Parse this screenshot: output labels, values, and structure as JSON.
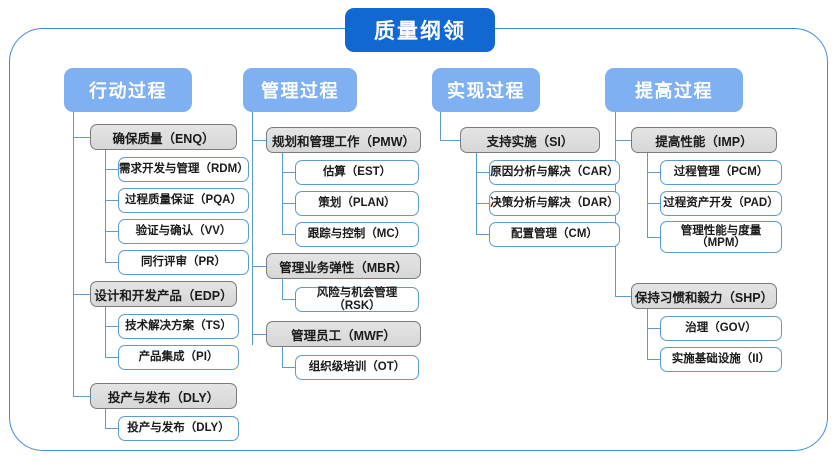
{
  "diagram": {
    "title": "质量纲领",
    "title_color": "#1268d3",
    "header_color": "#7fb0f2",
    "level2_fill": "#dcdcdc",
    "level2_border": "#7b7b7b",
    "level3_border": "#5b9bd5",
    "frame_border": "#3f8ae0"
  },
  "columns": [
    {
      "header": "行动过程",
      "groups": [
        {
          "label": "确保质量（ENQ）",
          "items": [
            "需求开发与管理（RDM）",
            "过程质量保证（PQA）",
            "验证与确认（VV）",
            "同行评审（PR）"
          ]
        },
        {
          "label": "设计和开发产品（EDP）",
          "items": [
            "技术解决方案（TS）",
            "产品集成（PI）"
          ]
        },
        {
          "label": "投产与发布（DLY）",
          "items": [
            "投产与发布（DLY）"
          ]
        }
      ]
    },
    {
      "header": "管理过程",
      "groups": [
        {
          "label": "规划和管理工作（PMW）",
          "items": [
            "估算（EST）",
            "策划（PLAN）",
            "跟踪与控制（MC）"
          ]
        },
        {
          "label": "管理业务弹性（MBR）",
          "items": [
            "风险与机会管理（RSK）"
          ]
        },
        {
          "label": "管理员工（MWF）",
          "items": [
            "组织级培训（OT）"
          ]
        }
      ]
    },
    {
      "header": "实现过程",
      "groups": [
        {
          "label": "支持实施（SI）",
          "items": [
            "原因分析与解决（CAR）",
            "决策分析与解决（DAR）",
            "配置管理（CM）"
          ]
        }
      ]
    },
    {
      "header": "提高过程",
      "groups": [
        {
          "label": "提高性能（IMP）",
          "items": [
            "过程管理（PCM）",
            "过程资产开发（PAD）",
            "管理性能与度量\n（MPM）"
          ]
        },
        {
          "label": "保持习惯和毅力（SHP）",
          "items": [
            "治理（GOV）",
            "实施基础设施（II）"
          ]
        }
      ]
    }
  ]
}
